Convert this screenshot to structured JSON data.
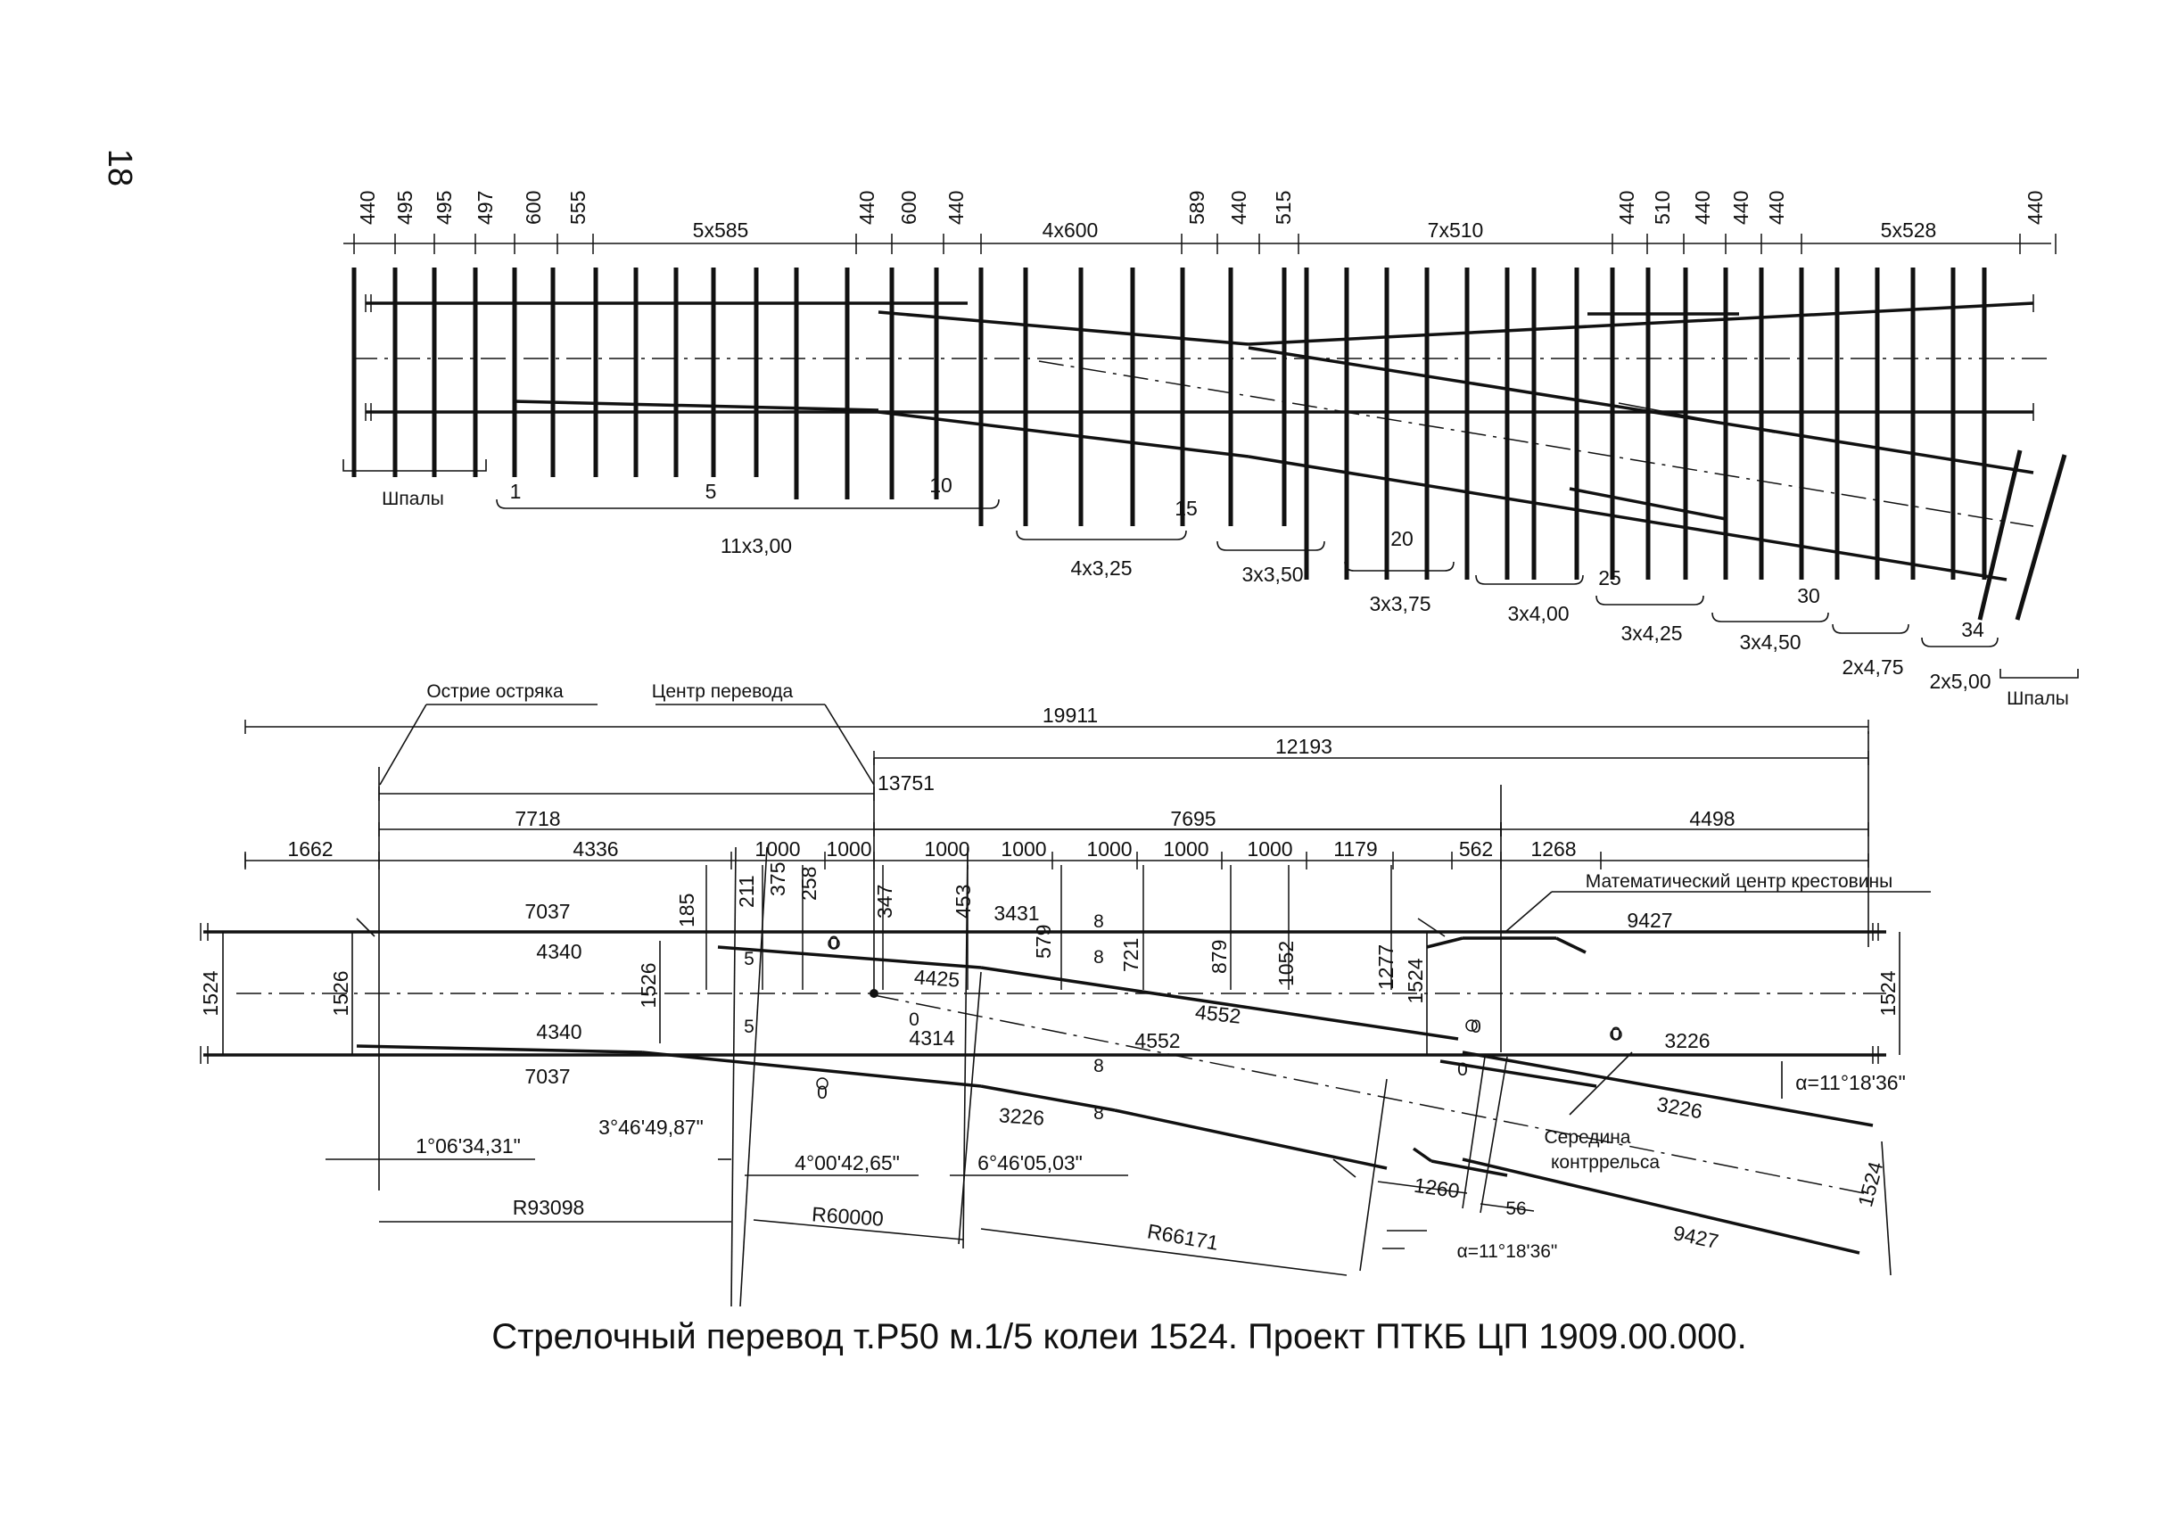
{
  "page_number": "18",
  "top": {
    "spacings": [
      "440",
      "495",
      "495",
      "497",
      "600",
      "555",
      "5x585",
      "440",
      "600",
      "440",
      "4x600",
      "589",
      "440",
      "515",
      "7x510",
      "440",
      "510",
      "440",
      "440",
      "440",
      "5x528",
      "440"
    ],
    "tie_numbers": [
      "1",
      "5",
      "10",
      "15",
      "20",
      "25",
      "30",
      "34"
    ],
    "ties_label_left": "Шпалы",
    "ties_label_right": "Шпалы",
    "lengths": [
      "11x3,00",
      "4x3,25",
      "3x3,50",
      "3x3,75",
      "3x4,00",
      "3x4,25",
      "3x4,50",
      "2x4,75",
      "2x5,00"
    ]
  },
  "bottom": {
    "label_point": "Острие остряка",
    "label_center": "Центр перевода",
    "label_math_center": "Математический центр крестовины",
    "label_guardrail_1": "Середина",
    "label_guardrail_2": "контррельса",
    "overall": [
      "19911",
      "12193",
      "13751",
      "7718",
      "7695",
      "4498"
    ],
    "row": [
      "1662",
      "4336",
      "1000",
      "1000",
      "1000",
      "1000",
      "1000",
      "1000",
      "1000",
      "1179",
      "562",
      "1268"
    ],
    "offsets": [
      "185",
      "211",
      "375",
      "258",
      "347",
      "453",
      "579",
      "721",
      "879",
      "1052",
      "1277"
    ],
    "gauge_left": "1524",
    "gauge_left2": "1526",
    "gauge_mid": "1526",
    "gauge_right": "1524",
    "gauge_cross": "1524",
    "gauge_branch": "1524",
    "rails": [
      "7037",
      "4340",
      "4340",
      "7037",
      "3431",
      "4425",
      "4314",
      "4552",
      "4552",
      "3226",
      "9427",
      "3226",
      "3226",
      "9427"
    ],
    "joint_marks": [
      "8",
      "8",
      "8",
      "8",
      "5",
      "5",
      "0",
      "0",
      "0",
      "0",
      "0",
      "0"
    ],
    "angles": [
      "1°06'34,31\"",
      "3°46'49,87\"",
      "4°00'42,65\"",
      "6°46'05,03\""
    ],
    "radii": [
      "R93098",
      "R60000",
      "R66171"
    ],
    "alpha_right": "α=11°18'36\"",
    "alpha_bottom": "α=11°18'36\"",
    "dim_1260": "1260",
    "dim_56": "56"
  },
  "caption": "Стрелочный перевод т.Р50 м.1/5 колеи 1524. Проект ПТКБ ЦП 1909.00.000."
}
